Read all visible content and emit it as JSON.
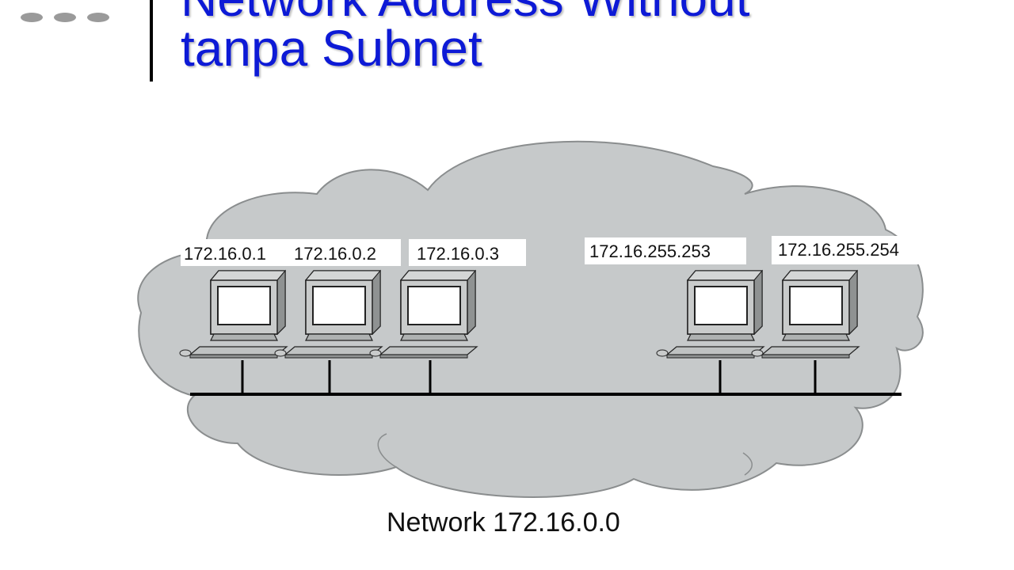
{
  "slide": {
    "title_line_1": "Network Address Without",
    "title_line_2": "tanpa Subnet",
    "caption": "Network 172.16.0.0"
  },
  "hosts": [
    {
      "ip": "172.16.0.1"
    },
    {
      "ip": "172.16.0.2"
    },
    {
      "ip": "172.16.0.3"
    },
    {
      "ip": "172.16.255.253"
    },
    {
      "ip": "172.16.255.254"
    }
  ],
  "colors": {
    "title": "#0d1ad6",
    "cloud_fill": "#c6c9ca",
    "cloud_stroke": "#8a8d8e",
    "bus": "#000000"
  }
}
